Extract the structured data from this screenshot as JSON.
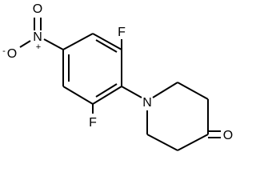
{
  "structure": {
    "atoms": {
      "f_top": "F",
      "f_bottom": "F",
      "n_piperidine": "N",
      "o_ketone": "O",
      "n_nitro": "N",
      "nitro_charge_plus": "+",
      "o_nitro_top": "O",
      "o_nitro_minus": "O",
      "nitro_charge_minus": "-"
    }
  }
}
